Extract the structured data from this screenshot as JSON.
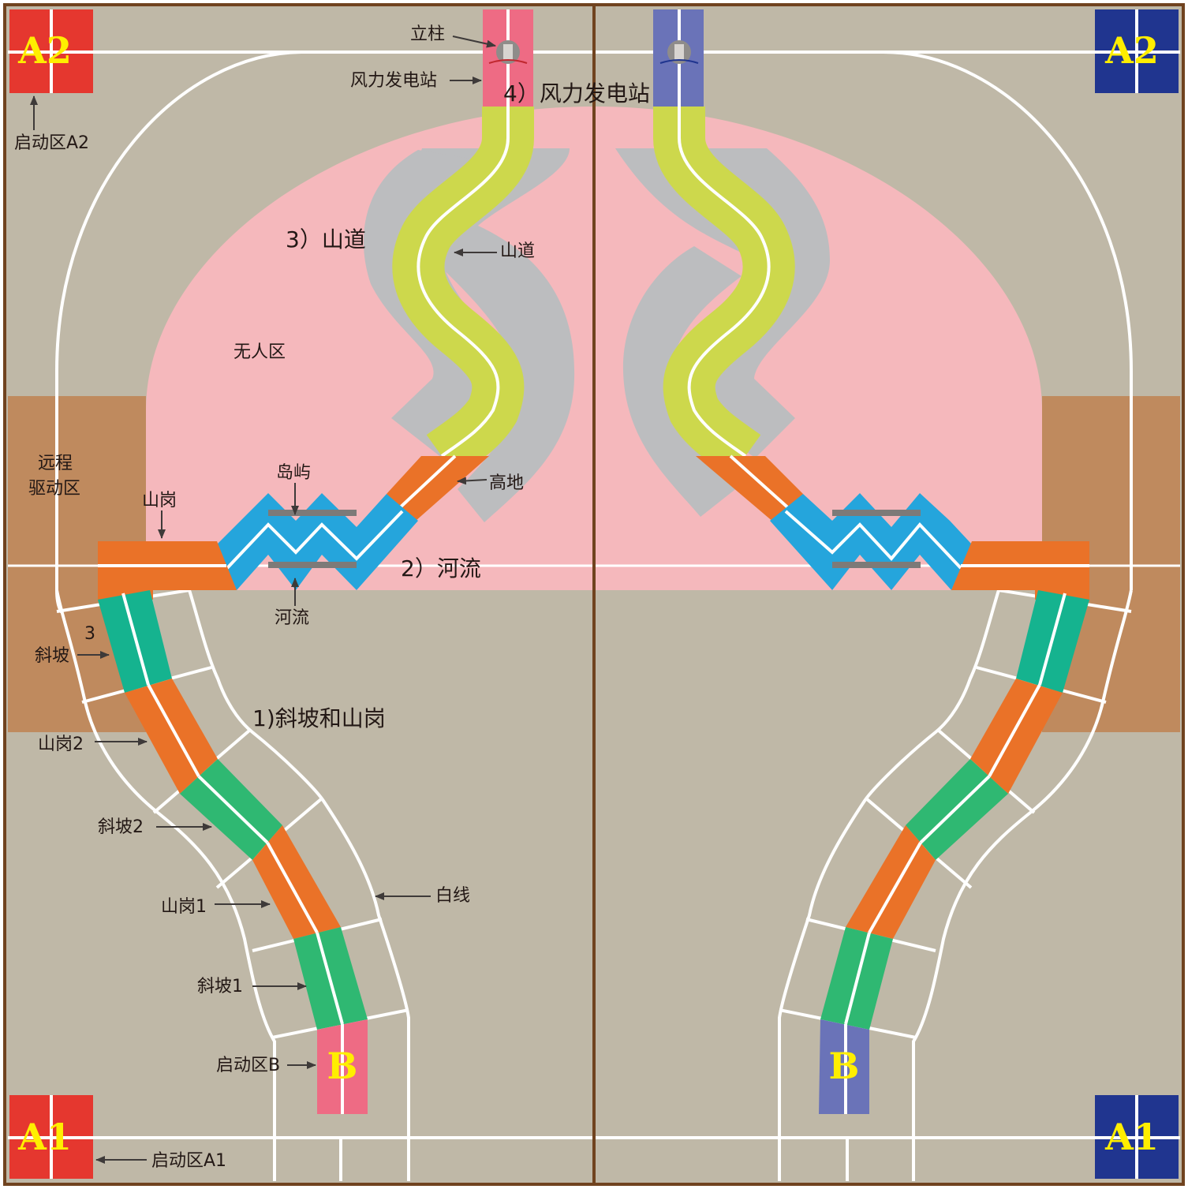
{
  "colors": {
    "floor": "#bfb8a7",
    "pink_zone": "#f5b8bc",
    "brown_zone": "#bf8a5e",
    "red_team": "#e5372f",
    "blue_team": "#20358f",
    "red_light": "#ee6b84",
    "blue_light": "#6a73b8",
    "slope_green": "#2fb872",
    "slope_teal": "#15b38f",
    "ridge_orange": "#ea7228",
    "river_blue": "#25a5dc",
    "mountain_yellow": "#cdd84c",
    "highland_gray": "#bcbdbf",
    "white_line": "#ffffff",
    "border": "#70431f"
  },
  "zones": {
    "a2_left": "A2",
    "a2_right": "A2",
    "a1_left": "A1",
    "a1_right": "A1",
    "b_left": "B",
    "b_right": "B"
  },
  "sections": {
    "slope_ridge": "1)斜坡和山岗",
    "river": "2）河流",
    "mountain_road": "3）山道",
    "wind_station": "4）风力发电站"
  },
  "labels": {
    "start_a2": "启动区A2",
    "start_a1": "启动区A1",
    "start_b": "启动区B",
    "pillar": "立柱",
    "wind_power": "风力发电站",
    "mountain_road": "山道",
    "no_man_zone": "无人区",
    "remote_line1": "远程",
    "remote_line2": "驱动区",
    "ridge": "山岗",
    "island": "岛屿",
    "highland": "高地",
    "river": "河流",
    "num3": "3",
    "slope": "斜坡",
    "ridge2": "山岗2",
    "slope2": "斜坡2",
    "ridge1": "山岗1",
    "slope1": "斜坡1",
    "white_line": "白线"
  },
  "icons": {
    "pillar": "pillar-icon",
    "arrow": "arrow-icon"
  }
}
